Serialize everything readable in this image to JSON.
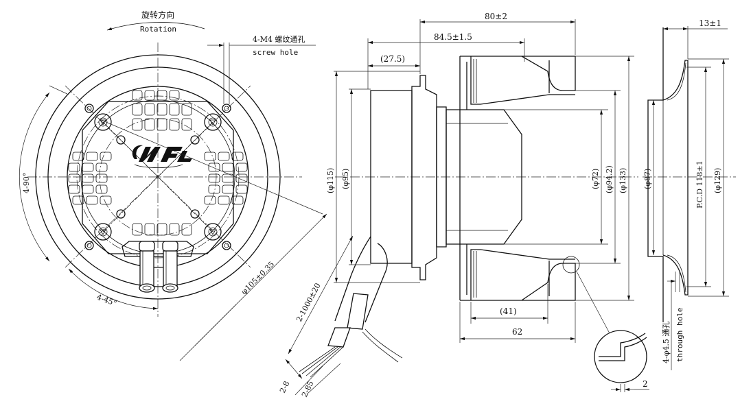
{
  "front_view": {
    "rotation_cn": "旋转方向",
    "rotation_en": "Rotation",
    "screw_cn": "4-M4 螺纹通孔",
    "screw_en": "screw hole",
    "angle_90": "4-90°",
    "angle_45": "4-45°",
    "diameter_105": "φ105±0.35"
  },
  "side_view": {
    "dim_80": "80±2",
    "dim_84_5": "84.5±1.5",
    "dim_27_5": "(27.5)",
    "dim_115": "(φ115)",
    "dim_95": "(φ95)",
    "dim_72": "(φ72)",
    "dim_94_2": "(φ94.2)",
    "dim_133": "(φ133)",
    "dim_41": "(41)",
    "dim_62": "62",
    "cable_length": "2-1000±20",
    "cable_28": "2-8",
    "cable_285": "2-85"
  },
  "ring_view": {
    "dim_13": "13±1",
    "dim_87": "(φ87)",
    "dim_pcd": "P.C.D 118±1",
    "dim_129": "(φ129)",
    "through_hole_cn": "4-φ4.5 通孔",
    "through_hole_en": "through hole",
    "detail_2": "2"
  }
}
